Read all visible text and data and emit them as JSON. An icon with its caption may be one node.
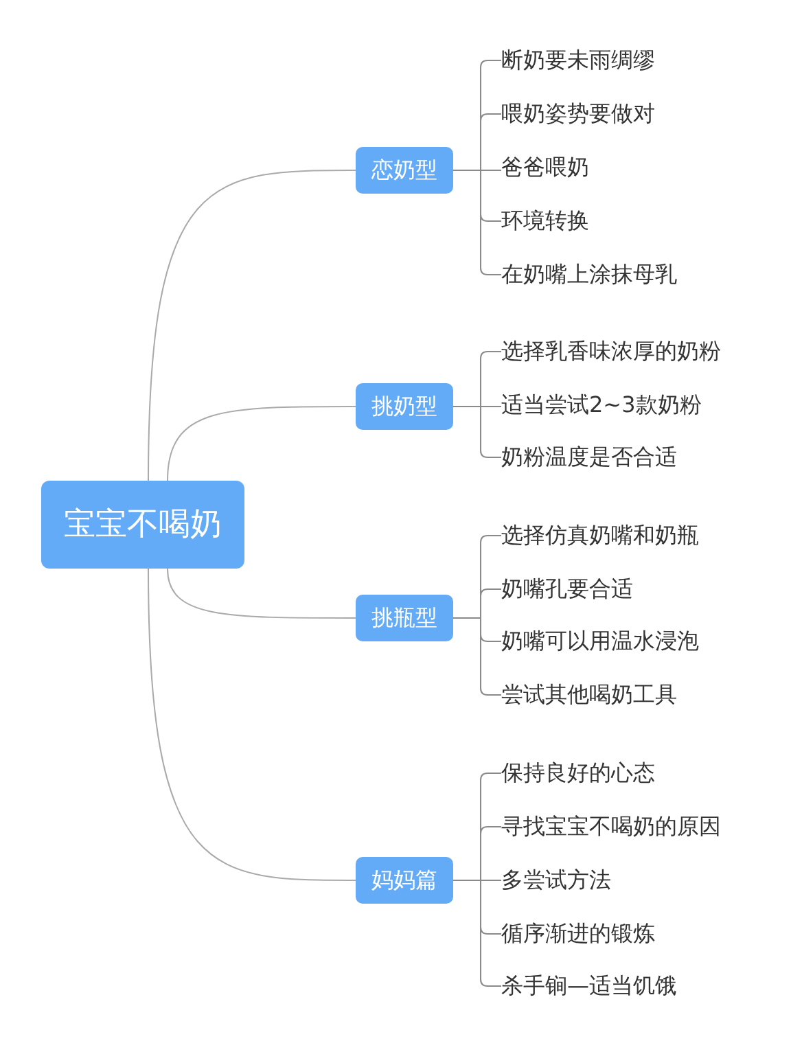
{
  "diagram": {
    "nodes": [
      {
        "text": [
          "宝宝不喝奶"
        ]
      },
      {
        "text": [
          "恋奶型"
        ]
      },
      {
        "text": [
          "断奶要未雨绸缪"
        ]
      },
      {
        "text": [
          "喂奶姿势要做对"
        ]
      },
      {
        "text": [
          "爸爸喂奶"
        ]
      },
      {
        "text": [
          "环境转换"
        ]
      },
      {
        "text": [
          "在奶嘴上涂抹母乳"
        ]
      },
      {
        "text": [
          "挑奶型"
        ]
      },
      {
        "text": [
          "选择乳香味浓厚的奶粉"
        ]
      },
      {
        "text": [
          "适当尝试2~3款奶粉"
        ]
      },
      {
        "text": [
          "奶粉温度是否合适"
        ]
      },
      {
        "text": [
          "挑瓶型"
        ]
      },
      {
        "text": [
          "选择仿真奶嘴和奶瓶"
        ]
      },
      {
        "text": [
          "奶嘴孔要合适"
        ]
      },
      {
        "text": [
          "奶嘴可以用温水浸泡"
        ]
      },
      {
        "text": [
          "尝试其他喝奶工具"
        ]
      },
      {
        "text": [
          "妈妈篇"
        ]
      },
      {
        "text": [
          "保持良好的心态"
        ]
      },
      {
        "text": [
          "寻找宝宝不喝奶的原因"
        ]
      },
      {
        "text": [
          "多尝试方法"
        ]
      },
      {
        "text": [
          "循序渐进的锻炼"
        ]
      },
      {
        "text": [
          "杀手锏—适当饥饿"
        ]
      }
    ],
    "edges": [
      {
        "from": 0,
        "to": 1,
        "arrow": "none"
      },
      {
        "from": 1,
        "to": 2,
        "arrow": "none"
      },
      {
        "from": 1,
        "to": 3,
        "arrow": "none"
      },
      {
        "from": 1,
        "to": 4,
        "arrow": "none"
      },
      {
        "from": 1,
        "to": 5,
        "arrow": "none"
      },
      {
        "from": 1,
        "to": 6,
        "arrow": "none"
      },
      {
        "from": 0,
        "to": 7,
        "arrow": "none"
      },
      {
        "from": 7,
        "to": 8,
        "arrow": "none"
      },
      {
        "from": 7,
        "to": 9,
        "arrow": "none"
      },
      {
        "from": 7,
        "to": 10,
        "arrow": "none"
      },
      {
        "from": 0,
        "to": 11,
        "arrow": "none"
      },
      {
        "from": 11,
        "to": 12,
        "arrow": "none"
      },
      {
        "from": 11,
        "to": 13,
        "arrow": "none"
      },
      {
        "from": 11,
        "to": 14,
        "arrow": "none"
      },
      {
        "from": 11,
        "to": 15,
        "arrow": "none"
      },
      {
        "from": 0,
        "to": 16,
        "arrow": "none"
      },
      {
        "from": 16,
        "to": 17,
        "arrow": "none"
      },
      {
        "from": 16,
        "to": 18,
        "arrow": "none"
      },
      {
        "from": 16,
        "to": 19,
        "arrow": "none"
      },
      {
        "from": 16,
        "to": 20,
        "arrow": "none"
      },
      {
        "from": 16,
        "to": 21,
        "arrow": "none"
      }
    ]
  }
}
